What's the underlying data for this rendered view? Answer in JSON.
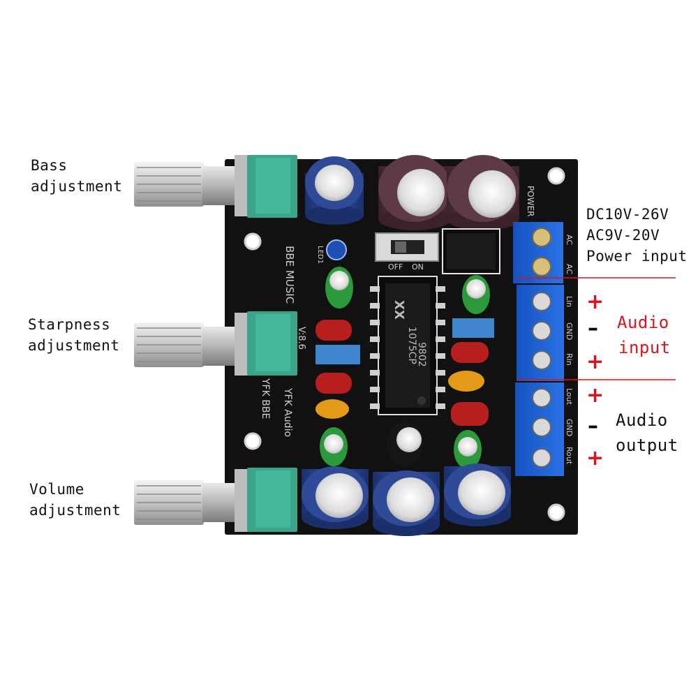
{
  "annotations": {
    "bass": [
      "Bass",
      "adjustment"
    ],
    "sharpness": [
      "Starpness",
      "adjustment"
    ],
    "volume": [
      "Volume",
      "adjustment"
    ],
    "power": [
      "DC10V-26V",
      "AC9V-20V",
      "Power input"
    ],
    "audio_input": [
      "Audio",
      "input"
    ],
    "audio_output": [
      "Audio",
      "output"
    ]
  },
  "signs": {
    "in_plus_top": "+",
    "in_minus": "–",
    "in_plus_bottom": "+",
    "out_plus_top": "+",
    "out_minus": "–",
    "out_plus_bottom": "+"
  },
  "pcb": {
    "silk_brand": "BBE MUSIC",
    "silk_version": "V:8.6",
    "silk_model": "YFK BBE",
    "silk_audio": "YFK Audio",
    "silk_power": "POWER",
    "silk_led": "LED1",
    "switch_on": "ON",
    "switch_off": "OFF",
    "chip_line1": "1075CP",
    "chip_line2": "9802",
    "chip_logo": "XX",
    "terminal_labels": [
      "AC",
      "AC",
      "Lin",
      "GND",
      "Rin",
      "Lout",
      "GND",
      "Rout"
    ]
  },
  "colors": {
    "pcb": "#121212",
    "knob_body": "#3aa58a",
    "terminal": "#1b5fd0",
    "annotation_red": "#d8141c"
  }
}
